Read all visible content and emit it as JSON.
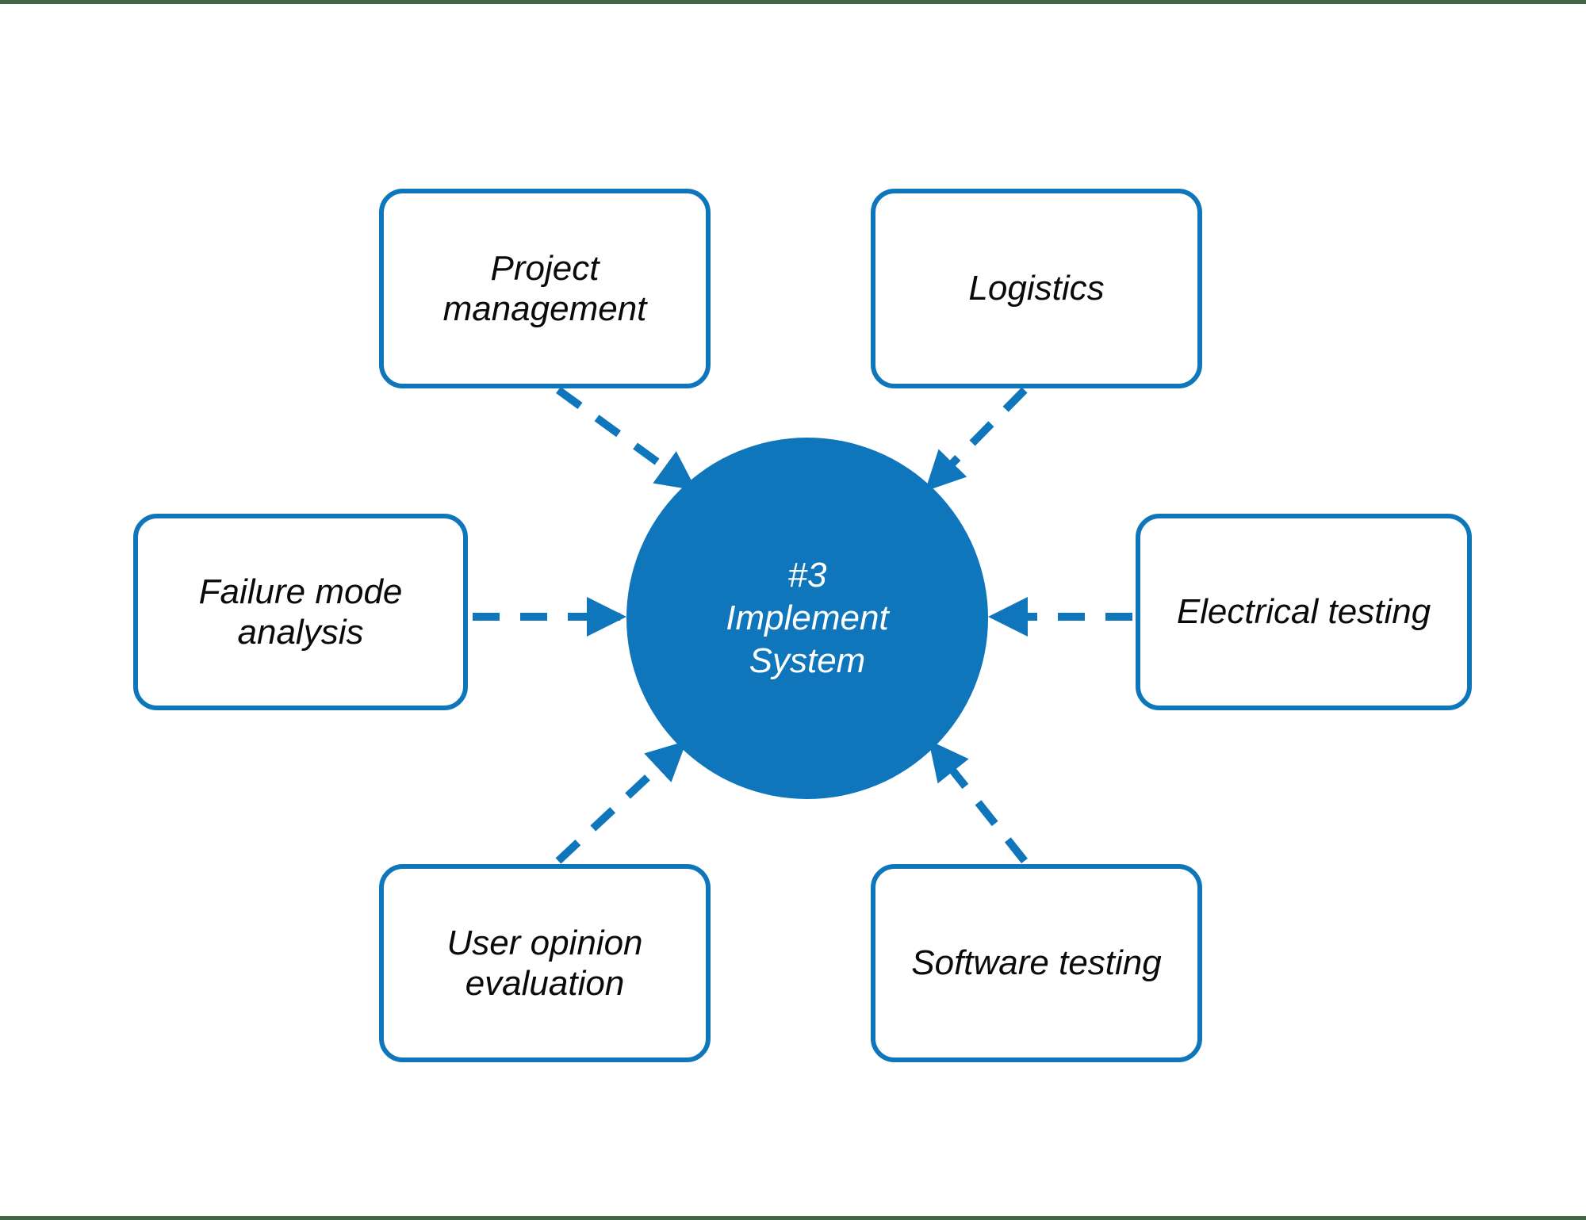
{
  "page": {
    "background_color": "#ffffff",
    "edge_rule_color": "#436548",
    "accent_color": "#0f76bc",
    "text_color": "#0a0a0a",
    "hub_text_color": "#ffffff"
  },
  "diagram": {
    "type": "hub-and-spoke",
    "hub": {
      "id": "implement-system",
      "label": "#3\nImplement\nSystem",
      "shape": "circle",
      "fill": "#0f76bc",
      "text_color": "#ffffff"
    },
    "nodes": [
      {
        "id": "project-management",
        "label": "Project\nmanagement",
        "position": "top-left"
      },
      {
        "id": "logistics",
        "label": "Logistics",
        "position": "top-right"
      },
      {
        "id": "failure-mode-analysis",
        "label": "Failure mode\nanalysis",
        "position": "left"
      },
      {
        "id": "electrical-testing",
        "label": "Electrical testing",
        "position": "right"
      },
      {
        "id": "user-opinion-evaluation",
        "label": "User opinion\nevaluation",
        "position": "bottom-left"
      },
      {
        "id": "software-testing",
        "label": "Software testing",
        "position": "bottom-right"
      }
    ],
    "connectors": [
      {
        "from": "project-management",
        "to": "implement-system",
        "style": "dashed",
        "arrow": "to-hub",
        "direction": "down-right"
      },
      {
        "from": "logistics",
        "to": "implement-system",
        "style": "dashed",
        "arrow": "to-hub",
        "direction": "down-left"
      },
      {
        "from": "failure-mode-analysis",
        "to": "implement-system",
        "style": "dashed",
        "arrow": "to-hub",
        "direction": "right"
      },
      {
        "from": "electrical-testing",
        "to": "implement-system",
        "style": "dashed",
        "arrow": "to-hub",
        "direction": "left"
      },
      {
        "from": "user-opinion-evaluation",
        "to": "implement-system",
        "style": "dashed",
        "arrow": "to-hub",
        "direction": "up-right"
      },
      {
        "from": "software-testing",
        "to": "implement-system",
        "style": "dashed",
        "arrow": "to-hub",
        "direction": "up-left"
      }
    ]
  }
}
